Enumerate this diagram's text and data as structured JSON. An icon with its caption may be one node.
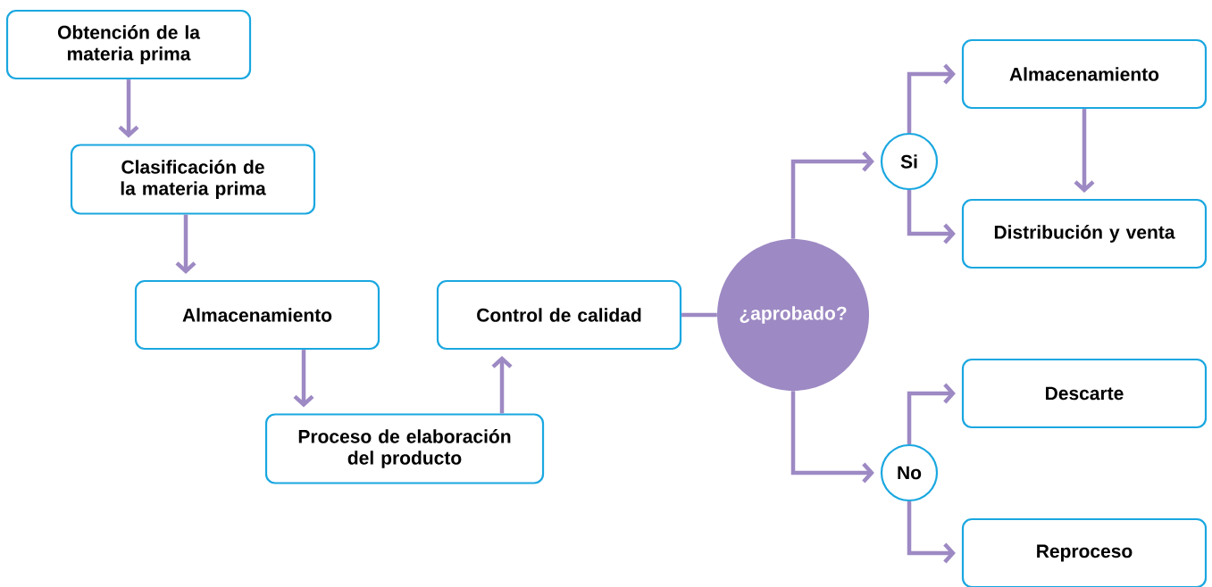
{
  "diagram": {
    "nodes": [
      {
        "text": [
          "Obtención de la materia prima"
        ]
      },
      {
        "text": [
          "Clasificación de la materia prima"
        ]
      },
      {
        "text": [
          "Almacenamiento"
        ]
      },
      {
        "text": [
          "Proceso de elaboración del producto"
        ]
      },
      {
        "text": [
          "Control de calidad"
        ]
      },
      {
        "text": [
          "¿aprobado?"
        ]
      },
      {
        "text": [
          "Si"
        ]
      },
      {
        "text": [
          "Almacenamiento"
        ]
      },
      {
        "text": [
          "Distribución y venta"
        ]
      },
      {
        "text": [
          "No"
        ]
      },
      {
        "text": [
          "Descarte"
        ]
      },
      {
        "text": [
          "Reproceso"
        ]
      }
    ],
    "edges": [
      {
        "from": 0,
        "to": 1,
        "arrow": "to"
      },
      {
        "from": 1,
        "to": 2,
        "arrow": "to"
      },
      {
        "from": 2,
        "to": 3,
        "arrow": "to"
      },
      {
        "from": 3,
        "to": 4,
        "arrow": "to"
      },
      {
        "from": 4,
        "to": 5,
        "arrow": "none"
      },
      {
        "from": 5,
        "to": 6,
        "arrow": "to"
      },
      {
        "from": 6,
        "to": 7,
        "arrow": "to"
      },
      {
        "from": 6,
        "to": 8,
        "arrow": "to"
      },
      {
        "from": 7,
        "to": 8,
        "arrow": "to"
      },
      {
        "from": 5,
        "to": 9,
        "arrow": "to"
      },
      {
        "from": 9,
        "to": 10,
        "arrow": "to"
      },
      {
        "from": 9,
        "to": 11,
        "arrow": "to"
      }
    ]
  }
}
